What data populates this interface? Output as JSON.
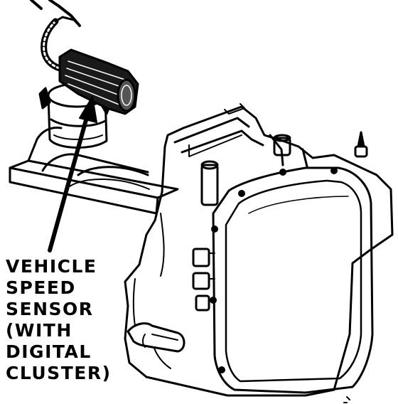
{
  "callout": {
    "lines": [
      "VEHICLE",
      "SPEED",
      "SENSOR",
      "(WITH",
      "DIGITAL",
      "CLUSTER)"
    ]
  },
  "colors": {
    "ink": "#000000",
    "paper": "#ffffff"
  }
}
